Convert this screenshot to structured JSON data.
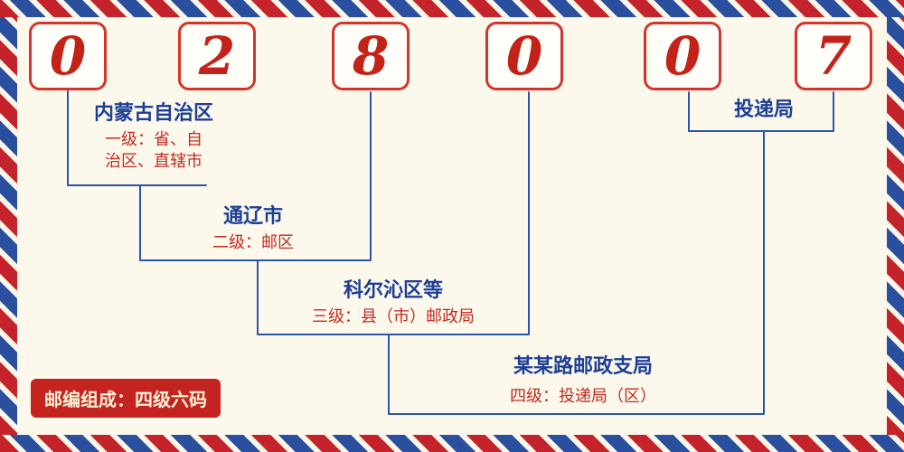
{
  "postal_code": {
    "digits": [
      "0",
      "2",
      "8",
      "0",
      "0",
      "7"
    ]
  },
  "levels": [
    {
      "name": "内蒙古自治区",
      "desc": "一级：省、自治区、直辖市"
    },
    {
      "name": "通辽市",
      "desc": "二级：邮区"
    },
    {
      "name": "科尔沁区等",
      "desc": "三级：县（市）邮政局"
    },
    {
      "name": "某某路邮政支局",
      "desc": "四级：投递局（区）"
    },
    {
      "name": "投递局",
      "desc": ""
    }
  ],
  "footer": {
    "badge_text": "邮编组成：四级六码"
  },
  "colors": {
    "digit_red": "#c32218",
    "label_blue": "#1d3f94",
    "desc_red": "#c42a20",
    "line_blue": "#2b55a8",
    "stripe_red": "#c4232b",
    "stripe_blue": "#2a4f9f",
    "background": "#fcf8ec",
    "badge_background": "#c4231f",
    "badge_text": "#fdf3d8"
  }
}
